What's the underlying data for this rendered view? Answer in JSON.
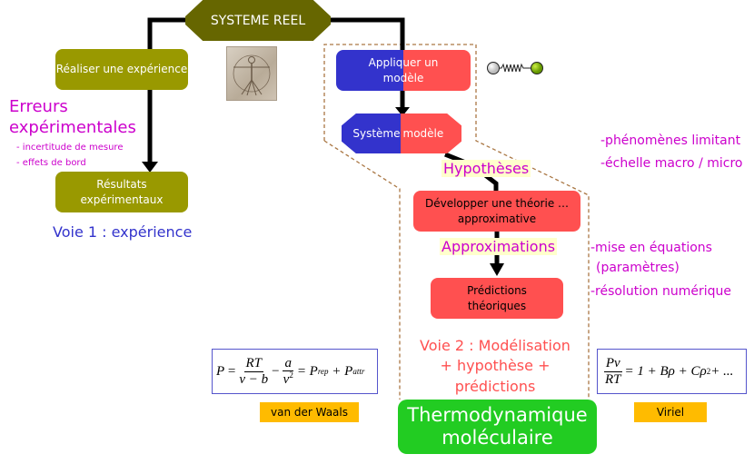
{
  "top_node": {
    "label": "SYSTEME REEL"
  },
  "voie1": {
    "step1": "Réaliser une expérience",
    "errors_title": "Erreurs expérimentales",
    "errors_items": [
      "- incertitude de mesure",
      "- effets de bord"
    ],
    "step2": "Résultats expérimentaux",
    "label": "Voie 1 : expérience"
  },
  "voie2": {
    "apply_model": "Appliquer un modèle",
    "model_system_left": "Système",
    "model_system_right": "modèle",
    "hypotheses": "Hypothèses",
    "develop_theory": "Développer une théorie … approximative",
    "approximations": "Approximations",
    "predictions": "Prédictions théoriques",
    "label": "Voie 2 : Modélisation + hypothèse + prédictions"
  },
  "side_notes": {
    "hypotheses_notes": [
      "-phénomènes limitant",
      "-échelle macro / micro"
    ],
    "approx_notes": [
      "-mise en équations",
      "(paramètres)",
      "-résolution numérique"
    ]
  },
  "equations": {
    "vdw": {
      "P": "P",
      "eq": "=",
      "num1": "RT",
      "den1": "v − b",
      "minus": "−",
      "num2": "a",
      "den2": "v",
      "den2_exp": "2",
      "eq2": "= P",
      "sub_rep": "rep",
      "plus": "+ P",
      "sub_attr": "attr"
    },
    "vdw_label": "van der Waals",
    "virial": {
      "num": "Pv",
      "den": "RT",
      "rhs": "= 1 + Bρ + Cρ",
      "exp": "2",
      "tail": " + ..."
    },
    "virial_label": "Viriel"
  },
  "bottom": {
    "title": "Thermodynamique moléculaire"
  },
  "images": {
    "vitruvian": "vitruvian-man-drawing",
    "spring": "molecule-spring-icon"
  },
  "colors": {
    "olive_dark": "#666600",
    "olive": "#999900",
    "blue": "#3333cc",
    "red": "#ff5050",
    "magenta": "#cc00cc",
    "green": "#22cc22",
    "orange": "#ffbb00",
    "dashed": "#aa7744"
  }
}
